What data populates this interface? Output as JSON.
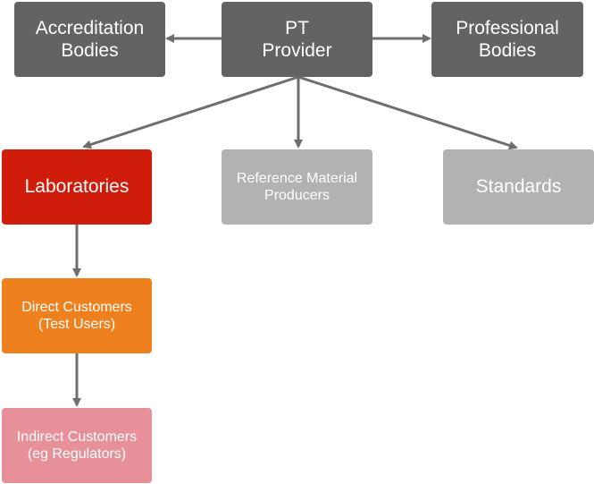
{
  "colors": {
    "dark_gray": "#636363",
    "light_gray": "#b2b2b2",
    "laboratories_red": "#cf1c0b",
    "direct_orange": "#ef801e",
    "indirect_pink": "#e8909a",
    "arrow": "#6e6e6e"
  },
  "nodes": {
    "accreditation": {
      "label": "Accreditation\nBodies"
    },
    "pt_provider": {
      "label": "PT\nProvider"
    },
    "professional": {
      "label": "Professional\nBodies"
    },
    "laboratories": {
      "label": "Laboratories"
    },
    "reference_material": {
      "label": "Reference Material\nProducers"
    },
    "standards": {
      "label": "Standards"
    },
    "direct_customers": {
      "label": "Direct Customers\n(Test Users)"
    },
    "indirect_customers": {
      "label": "Indirect Customers\n(eg Regulators)"
    }
  },
  "edges": [
    {
      "from": "pt_provider",
      "to": "accreditation"
    },
    {
      "from": "pt_provider",
      "to": "professional"
    },
    {
      "from": "pt_provider",
      "to": "laboratories"
    },
    {
      "from": "pt_provider",
      "to": "reference_material"
    },
    {
      "from": "pt_provider",
      "to": "standards"
    },
    {
      "from": "laboratories",
      "to": "direct_customers"
    },
    {
      "from": "direct_customers",
      "to": "indirect_customers"
    }
  ]
}
